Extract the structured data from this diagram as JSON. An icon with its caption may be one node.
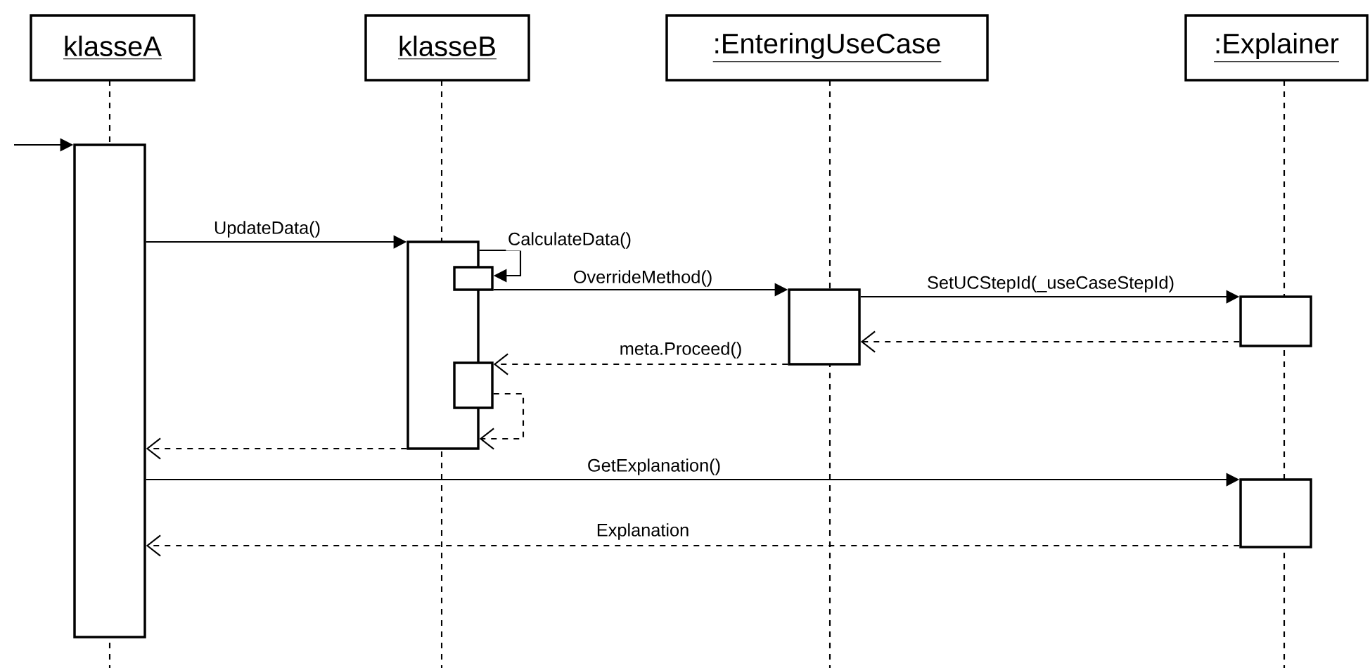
{
  "diagram": {
    "nodes": [
      {
        "text": [
          "klasseA"
        ]
      },
      {
        "text": [
          "klasseB"
        ]
      },
      {
        "text": [
          ":EnteringUseCase"
        ]
      },
      {
        "text": [
          ":Explainer"
        ]
      },
      {
        "text": [],
        "shape": "bar"
      },
      {
        "text": [],
        "shape": "bar"
      },
      {
        "text": [],
        "shape": "bar"
      },
      {
        "text": [],
        "shape": "bar"
      },
      {
        "text": [],
        "shape": "bar"
      },
      {
        "text": [],
        "shape": "bar"
      },
      {
        "text": [],
        "shape": "bar"
      }
    ],
    "edges": [
      {
        "from": null,
        "to": 4,
        "arrow": "to"
      },
      {
        "from": 4,
        "to": 5,
        "arrow": "to",
        "label": "UpdateData()"
      },
      {
        "from": 5,
        "to": 6,
        "arrow": "to",
        "label": "CalculateData()"
      },
      {
        "from": 6,
        "to": 8,
        "arrow": "to",
        "label": "OverrideMethod()"
      },
      {
        "from": 8,
        "to": 9,
        "arrow": "to",
        "label": "SetUCStepId(_useCaseStepId)"
      },
      {
        "from": 9,
        "to": 8,
        "arrow": "to",
        "style": "dashed"
      },
      {
        "from": 8,
        "to": 7,
        "arrow": "to",
        "style": "dashed",
        "label": "meta.Proceed()"
      },
      {
        "from": 7,
        "to": 5,
        "arrow": "to",
        "style": "dashed"
      },
      {
        "from": 5,
        "to": 4,
        "arrow": "to",
        "style": "dashed"
      },
      {
        "from": 4,
        "to": 10,
        "arrow": "to",
        "label": "GetExplanation()"
      },
      {
        "from": 10,
        "to": 4,
        "arrow": "to",
        "style": "dashed",
        "label": "Explanation"
      }
    ]
  }
}
